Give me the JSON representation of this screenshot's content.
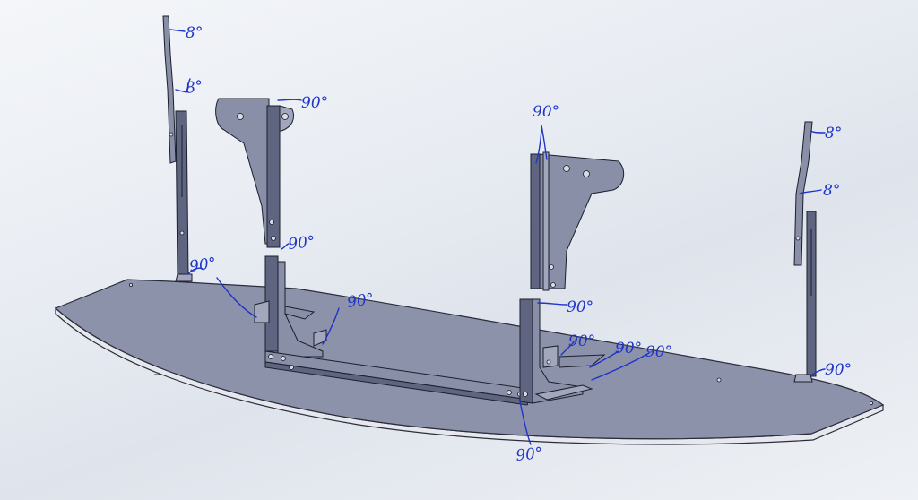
{
  "annotations": [
    {
      "id": "a1",
      "text": "8°"
    },
    {
      "id": "a2",
      "text": "8°"
    },
    {
      "id": "a3",
      "text": "90°"
    },
    {
      "id": "a4",
      "text": "90°"
    },
    {
      "id": "a5",
      "text": "90°"
    },
    {
      "id": "a6",
      "text": "90°"
    },
    {
      "id": "a7",
      "text": "90°"
    },
    {
      "id": "a8",
      "text": "90°"
    },
    {
      "id": "a9",
      "text": "90°"
    },
    {
      "id": "a10",
      "text": "90°"
    },
    {
      "id": "a11",
      "text": "90°"
    },
    {
      "id": "a12",
      "text": "90°"
    },
    {
      "id": "a13",
      "text": "8°"
    },
    {
      "id": "a14",
      "text": "8°"
    },
    {
      "id": "a15",
      "text": "90°"
    }
  ]
}
